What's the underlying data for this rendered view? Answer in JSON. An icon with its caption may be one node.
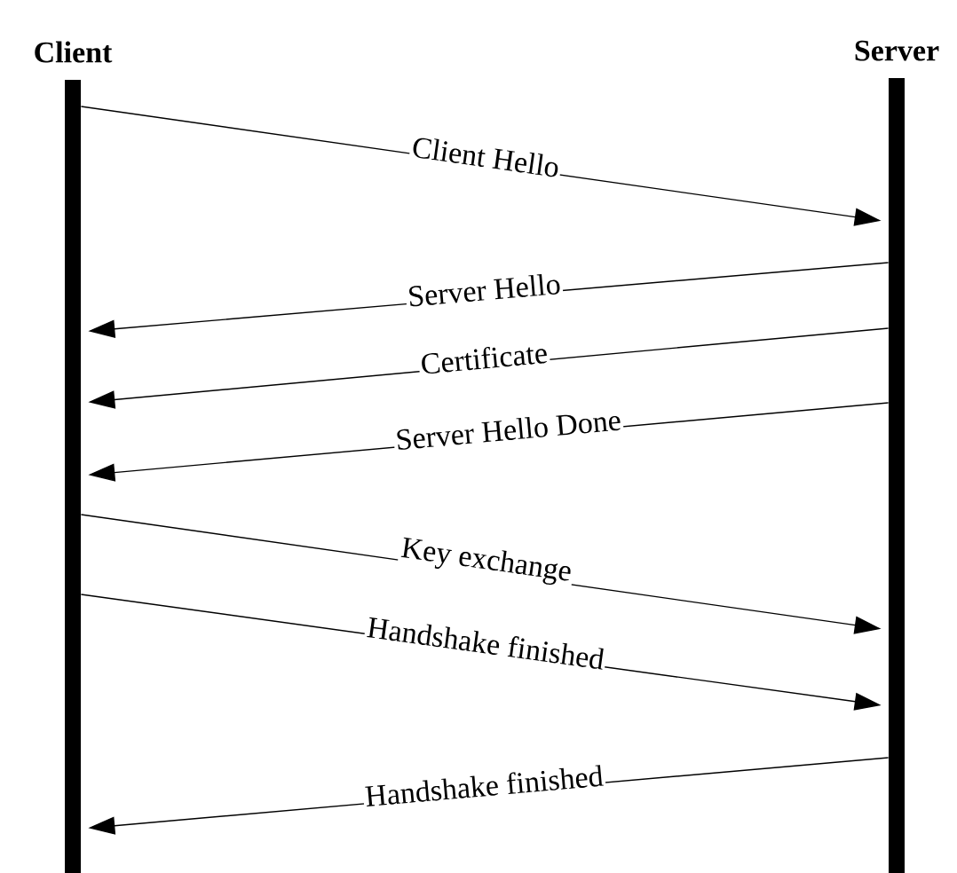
{
  "diagram": {
    "nodes": [
      {
        "text": [
          "Client"
        ]
      },
      {
        "text": [
          "Server"
        ]
      }
    ],
    "edges": [
      {
        "from": 0,
        "to": 1,
        "arrow": "to",
        "label": "Client Hello"
      },
      {
        "from": 1,
        "to": 0,
        "arrow": "to",
        "label": "Server Hello"
      },
      {
        "from": 1,
        "to": 0,
        "arrow": "to",
        "label": "Certificate"
      },
      {
        "from": 1,
        "to": 0,
        "arrow": "to",
        "label": "Server Hello Done"
      },
      {
        "from": 0,
        "to": 1,
        "arrow": "to",
        "label": "Key exchange"
      },
      {
        "from": 0,
        "to": 1,
        "arrow": "to",
        "label": "Handshake finished"
      },
      {
        "from": 1,
        "to": 0,
        "arrow": "to",
        "label": "Handshake finished"
      }
    ]
  }
}
